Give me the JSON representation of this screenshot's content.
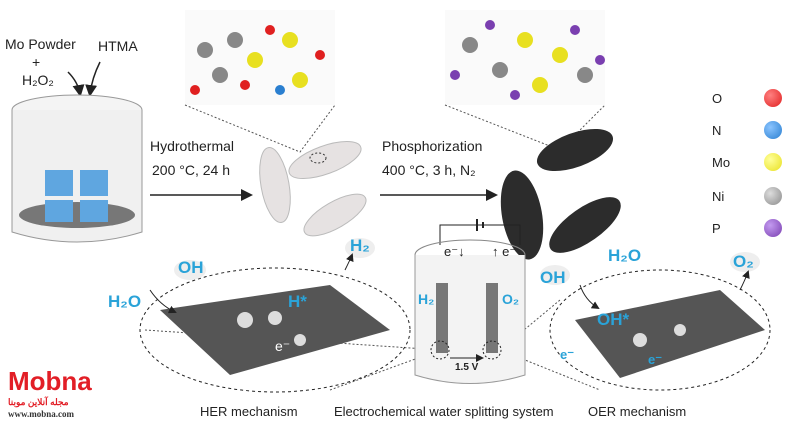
{
  "precursors": {
    "mo_powder": "Mo Powder",
    "plus": "+",
    "h2o2": "H₂O₂",
    "htma": "HTMA"
  },
  "step1": {
    "name": "Hydrothermal",
    "conditions": "200 °C, 24 h"
  },
  "step2": {
    "name": "Phosphorization",
    "conditions": "400 °C, 3 h, N₂"
  },
  "legend": [
    {
      "label": "O",
      "color": "#e02020"
    },
    {
      "label": "N",
      "color": "#2a7fd0"
    },
    {
      "label": "Mo",
      "color": "#e8e020"
    },
    {
      "label": "Ni",
      "color": "#8a8a8a"
    },
    {
      "label": "P",
      "color": "#7a3fb0"
    }
  ],
  "her": {
    "oh": "OH",
    "h2o": "H₂O",
    "h2": "H₂",
    "hstar": "H*",
    "e": "e⁻",
    "caption": "HER mechanism"
  },
  "cell": {
    "e_left": "e⁻↓",
    "e_right": "↑ e⁻",
    "h2": "H₂",
    "o2": "O₂",
    "voltage": "1.5 V",
    "caption": "Electrochemical water splitting system"
  },
  "oer": {
    "oh": "OH",
    "h2o": "H₂O",
    "o2": "O₂",
    "ohstar": "OH*",
    "e1": "e⁻",
    "e2": "e⁻",
    "caption": "OER mechanism"
  },
  "watermark": {
    "brand": "Mobna",
    "tagline": "مجله آنلاین موبنا",
    "url": "www.mobna.com"
  }
}
